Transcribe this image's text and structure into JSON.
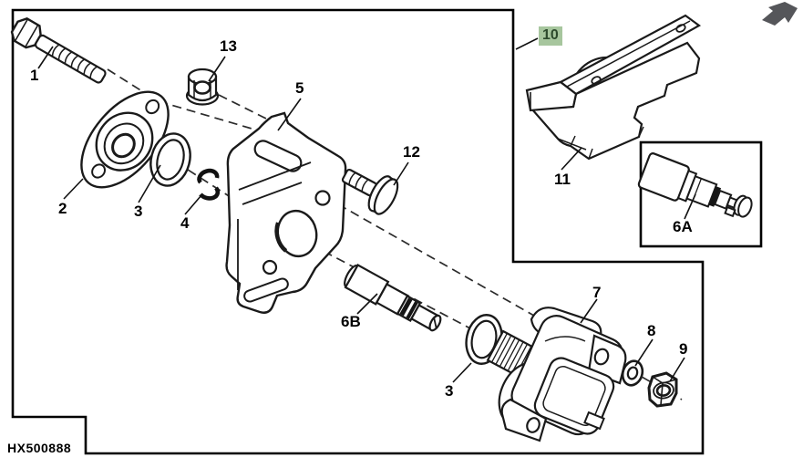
{
  "figure": {
    "image_code": "HX500888"
  },
  "callouts": {
    "c1": {
      "text": "1",
      "highlighted": false
    },
    "c2": {
      "text": "2",
      "highlighted": false
    },
    "c3a": {
      "text": "3",
      "highlighted": false
    },
    "c3b": {
      "text": "3",
      "highlighted": false
    },
    "c4": {
      "text": "4",
      "highlighted": false
    },
    "c5": {
      "text": "5",
      "highlighted": false
    },
    "c6a": {
      "text": "6A",
      "highlighted": false
    },
    "c6b": {
      "text": "6B",
      "highlighted": false
    },
    "c7": {
      "text": "7",
      "highlighted": false
    },
    "c8": {
      "text": "8",
      "highlighted": false
    },
    "c9": {
      "text": "9",
      "highlighted": false
    },
    "c10": {
      "text": "10",
      "highlighted": true
    },
    "c11": {
      "text": "11",
      "highlighted": false
    },
    "c12": {
      "text": "12",
      "highlighted": false
    },
    "c13": {
      "text": "13",
      "highlighted": false
    }
  },
  "colors": {
    "highlight_bg": "#a7c69e",
    "highlight_text": "#2d4a2d",
    "line": "#1a1a1a",
    "arrow": "#55565a"
  },
  "icons": {
    "next_arrow": "forward-navigation-arrow"
  }
}
